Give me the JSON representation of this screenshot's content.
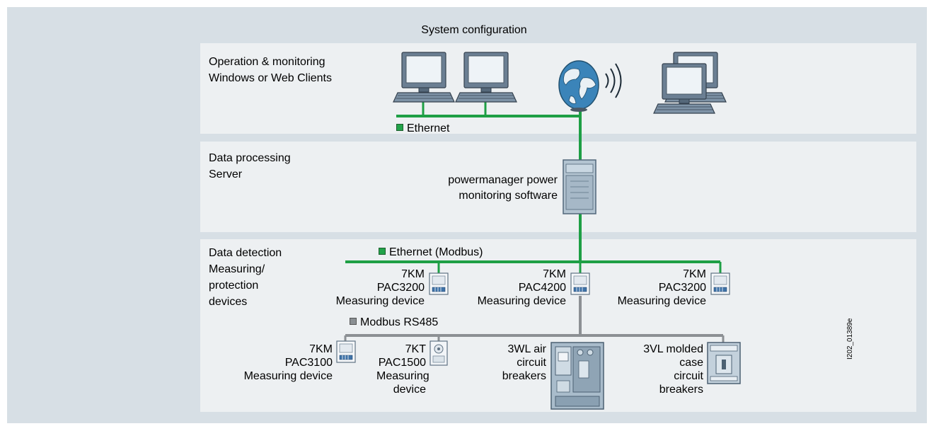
{
  "title": "System configuration",
  "bands": [
    {
      "lines": "Operation & monitoring\nWindows or Web Clients"
    },
    {
      "lines": "Data processing\nServer"
    },
    {
      "lines": "Data detection\nMeasuring/\nprotection\ndevices"
    }
  ],
  "networks": {
    "ethernet": "Ethernet",
    "ethernet_modbus": "Ethernet (Modbus)",
    "modbus_rs485": "Modbus RS485"
  },
  "server_label": "powermanager power\nmonitoring software",
  "devices": {
    "pac3200_left": "7KM\nPAC3200\nMeasuring device",
    "pac4200": "7KM\nPAC4200\nMeasuring device",
    "pac3200_right": "7KM\nPAC3200\nMeasuring device",
    "pac3100": "7KM\nPAC3100\nMeasuring device",
    "pac1500": "7KT\nPAC1500\nMeasuring\ndevice",
    "wl3": "3WL air\ncircuit\nbreakers",
    "vl3": "3VL molded\ncase\ncircuit\nbreakers"
  },
  "doc_id": "I202_01389e",
  "colors": {
    "ethernet_line": "#1e9f45",
    "rs485_line": "#8c9094",
    "background": "#d7dfe5",
    "band": "#edf0f2"
  },
  "icons": [
    "computer-icon",
    "globe-icon",
    "wireless-icon",
    "server-icon",
    "meter-icon",
    "circuit-breaker-icon"
  ]
}
